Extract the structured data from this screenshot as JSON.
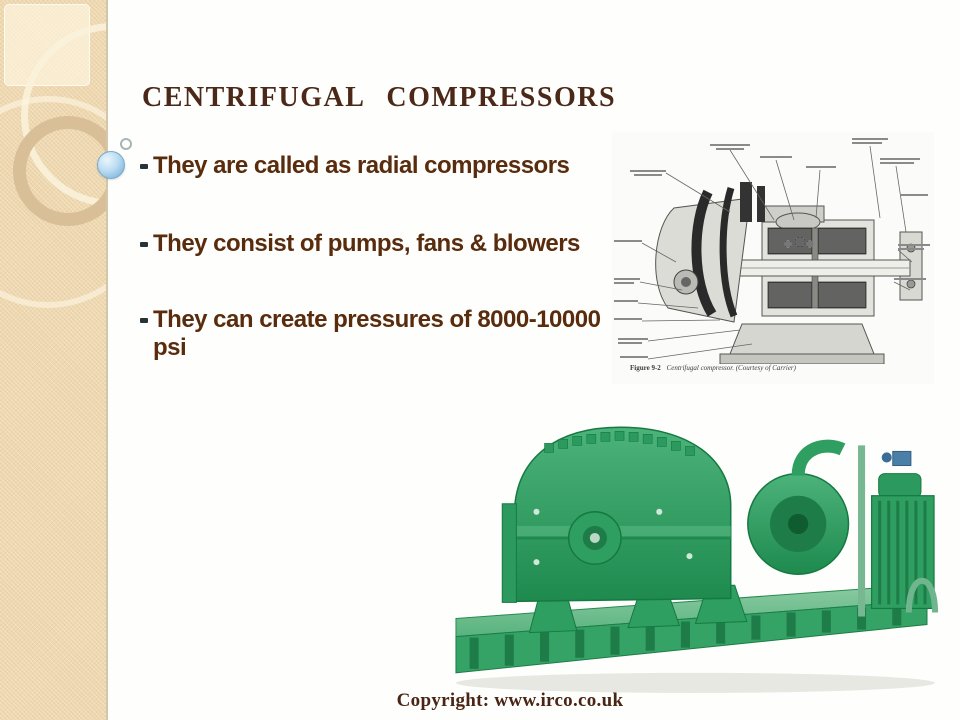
{
  "slide": {
    "title": "CENTRIFUGAL  COMPRESSORS",
    "bullets": [
      {
        "label": "They are called as radial compressors"
      },
      {
        "label": "They consist of pumps, fans & blowers"
      },
      {
        "label": "They can create pressures of 8000-10000 psi"
      }
    ],
    "footer": "Copyright:  www.irco.co.uk"
  },
  "figure": {
    "caption_label": "Figure 9-2",
    "caption_text": "Centrifugal compressor. (Courtesy of Carrier)"
  },
  "colors": {
    "sidebar_beige": "#eed7ae",
    "ring_tan": "#d9bf97",
    "sphere_blue": "#8ec0e2",
    "title_brown": "#4b2817",
    "body_brown": "#5a2c0e",
    "machine_green": "#2f9e5f"
  }
}
